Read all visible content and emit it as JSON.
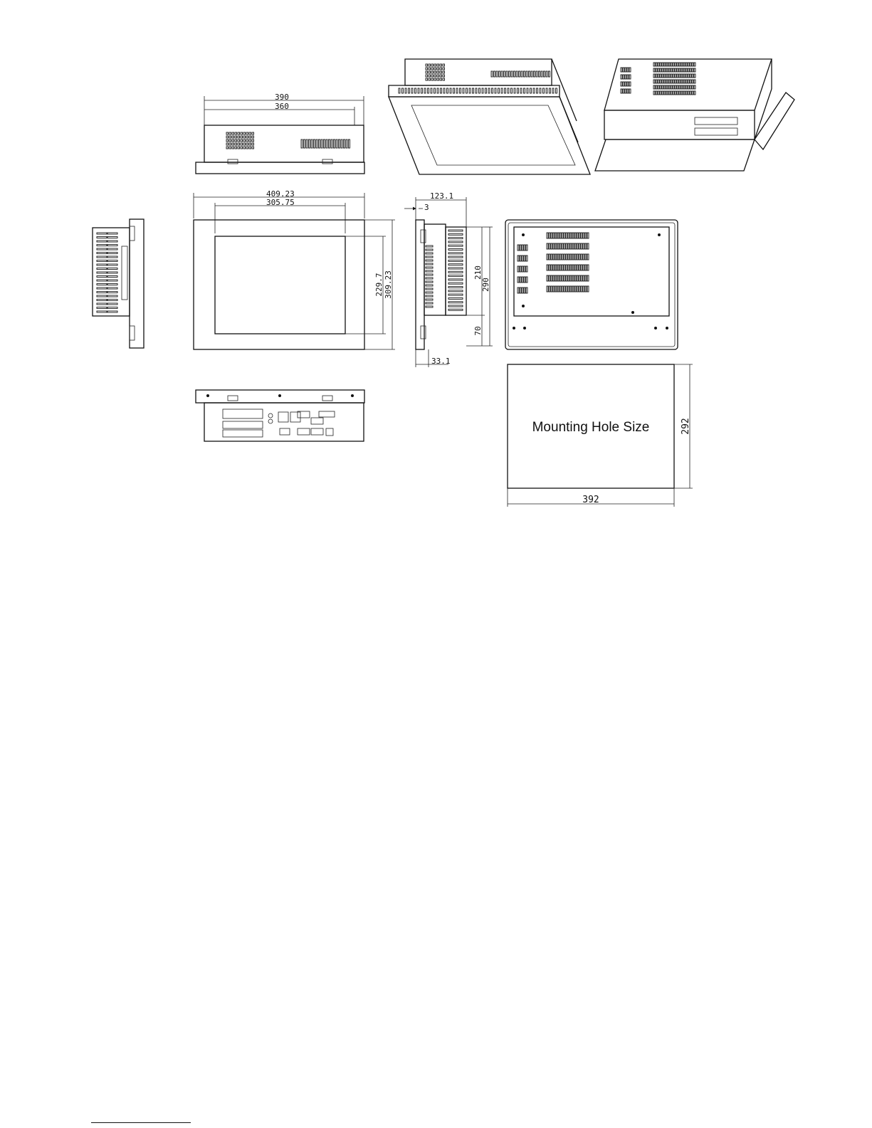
{
  "dimensions": {
    "top_outer_width": "390",
    "top_inner_width": "360",
    "front_outer_width": "409.23",
    "front_screen_width": "305.75",
    "front_screen_height": "229.7",
    "front_outer_height": "309.23",
    "side_total_depth": "123.1",
    "side_bezel": "3",
    "side_body_height": "210",
    "side_total_height": "290",
    "side_lower": "70",
    "side_bottom_depth": "33.1",
    "cutout_height": "292",
    "cutout_width": "392"
  },
  "cutout": {
    "label": "Mounting Hole Size"
  }
}
